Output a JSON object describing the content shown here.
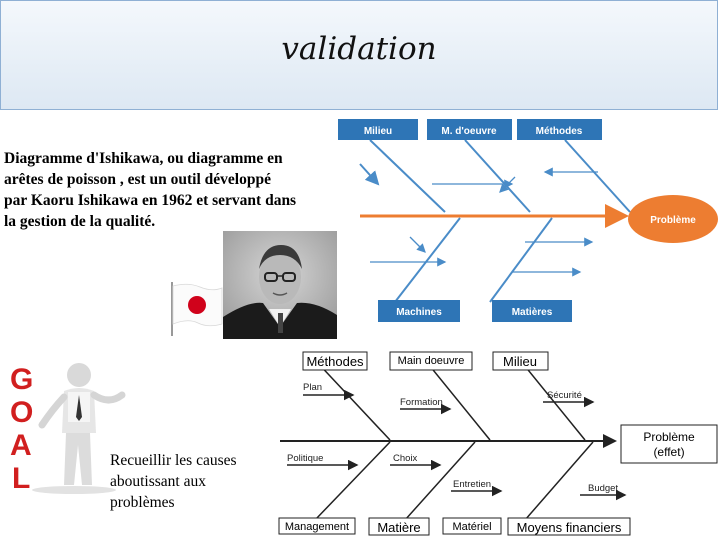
{
  "title": "validation",
  "intro": {
    "lines": [
      " Diagramme d'Ishikawa, ou diagramme en",
      "arêtes de poisson , est un outil développé",
      "par Kaoru Ishikawa en 1962 et servant dans",
      "la gestion de la qualité."
    ]
  },
  "goal": {
    "letters": [
      "G",
      "O",
      "A",
      "L"
    ],
    "caption_lines": [
      "Recueillir les causes",
      "aboutissant aux",
      "problèmes"
    ]
  },
  "fishbone_top": {
    "categories_top": [
      "Milieu",
      "M. d'oeuvre",
      "Méthodes"
    ],
    "categories_bottom": [
      "Machines",
      "Matières"
    ],
    "effect": "Problème",
    "colors": {
      "box": "#2e75b6",
      "effect": "#ed7d31",
      "spine": "#ed7d31",
      "bone": "#4a8cc8"
    }
  },
  "fishbone_bottom": {
    "categories_top": [
      "Méthodes",
      "Main doeuvre",
      "Milieu"
    ],
    "categories_bottom": [
      "Management",
      "Matière",
      "Matériel",
      "Moyens financiers"
    ],
    "causes": [
      "Plan",
      "Formation",
      "Sécurité",
      "Politique",
      "Choix",
      "Entretien",
      "Budget"
    ],
    "effect_lines": [
      "Problème",
      "(effet)"
    ]
  }
}
